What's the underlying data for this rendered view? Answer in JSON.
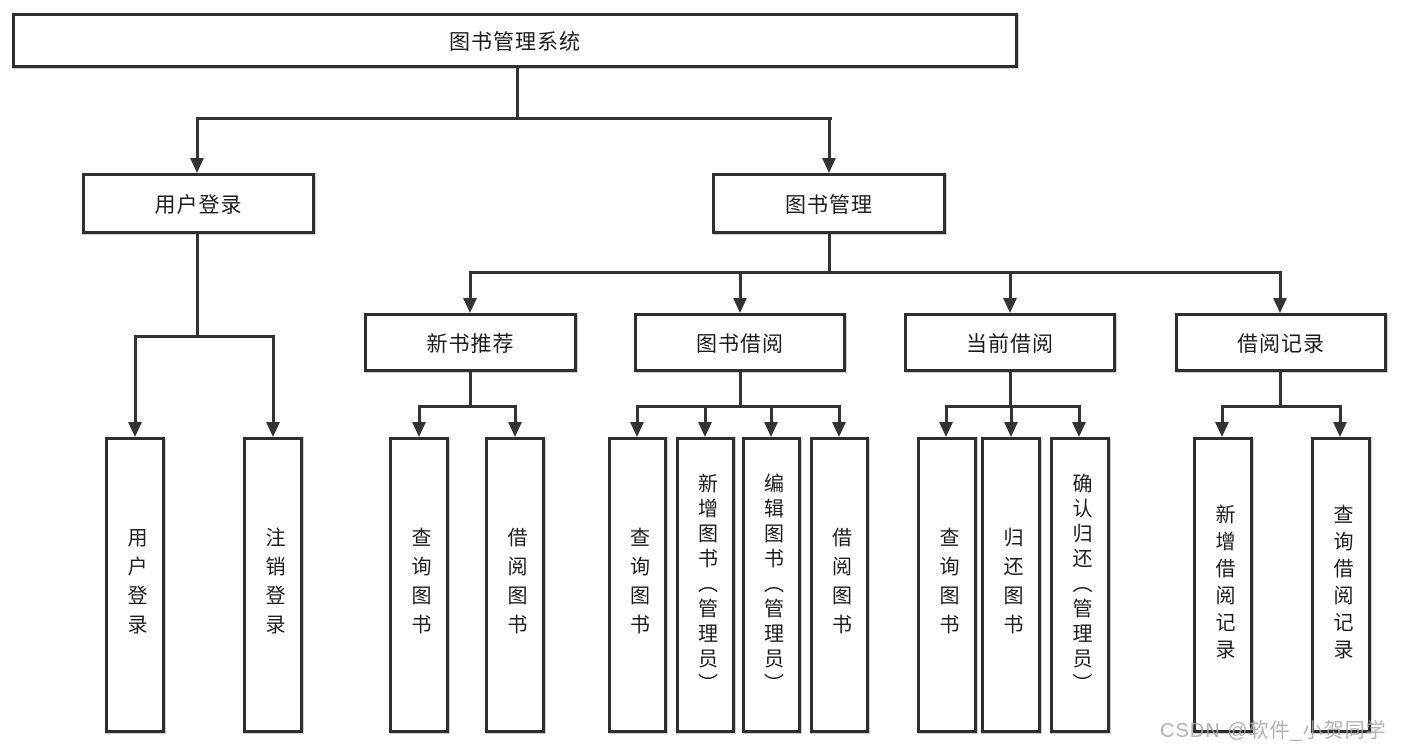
{
  "tree": {
    "label": "图书管理系统",
    "children": [
      {
        "label": "用户登录",
        "children": [
          {
            "label": "用户登录"
          },
          {
            "label": "注销登录"
          }
        ]
      },
      {
        "label": "图书管理",
        "children": [
          {
            "label": "新书推荐",
            "children": [
              {
                "label": "查询图书"
              },
              {
                "label": "借阅图书"
              }
            ]
          },
          {
            "label": "图书借阅",
            "children": [
              {
                "label": "查询图书"
              },
              {
                "label": "新增图书（管理员）"
              },
              {
                "label": "编辑图书（管理员）"
              },
              {
                "label": "借阅图书"
              }
            ]
          },
          {
            "label": "当前借阅",
            "children": [
              {
                "label": "查询图书"
              },
              {
                "label": "归还图书"
              },
              {
                "label": "确认归还（管理员）"
              }
            ]
          },
          {
            "label": "借阅记录",
            "children": [
              {
                "label": "新增借阅记录"
              },
              {
                "label": "查询借阅记录"
              }
            ]
          }
        ]
      }
    ]
  },
  "colors": {
    "line": "#333333",
    "border": "#2e2e2e",
    "text": "#1c1c1c",
    "watermark": "#a5a5a5"
  },
  "watermark": "CSDN @软件_小贺同学"
}
